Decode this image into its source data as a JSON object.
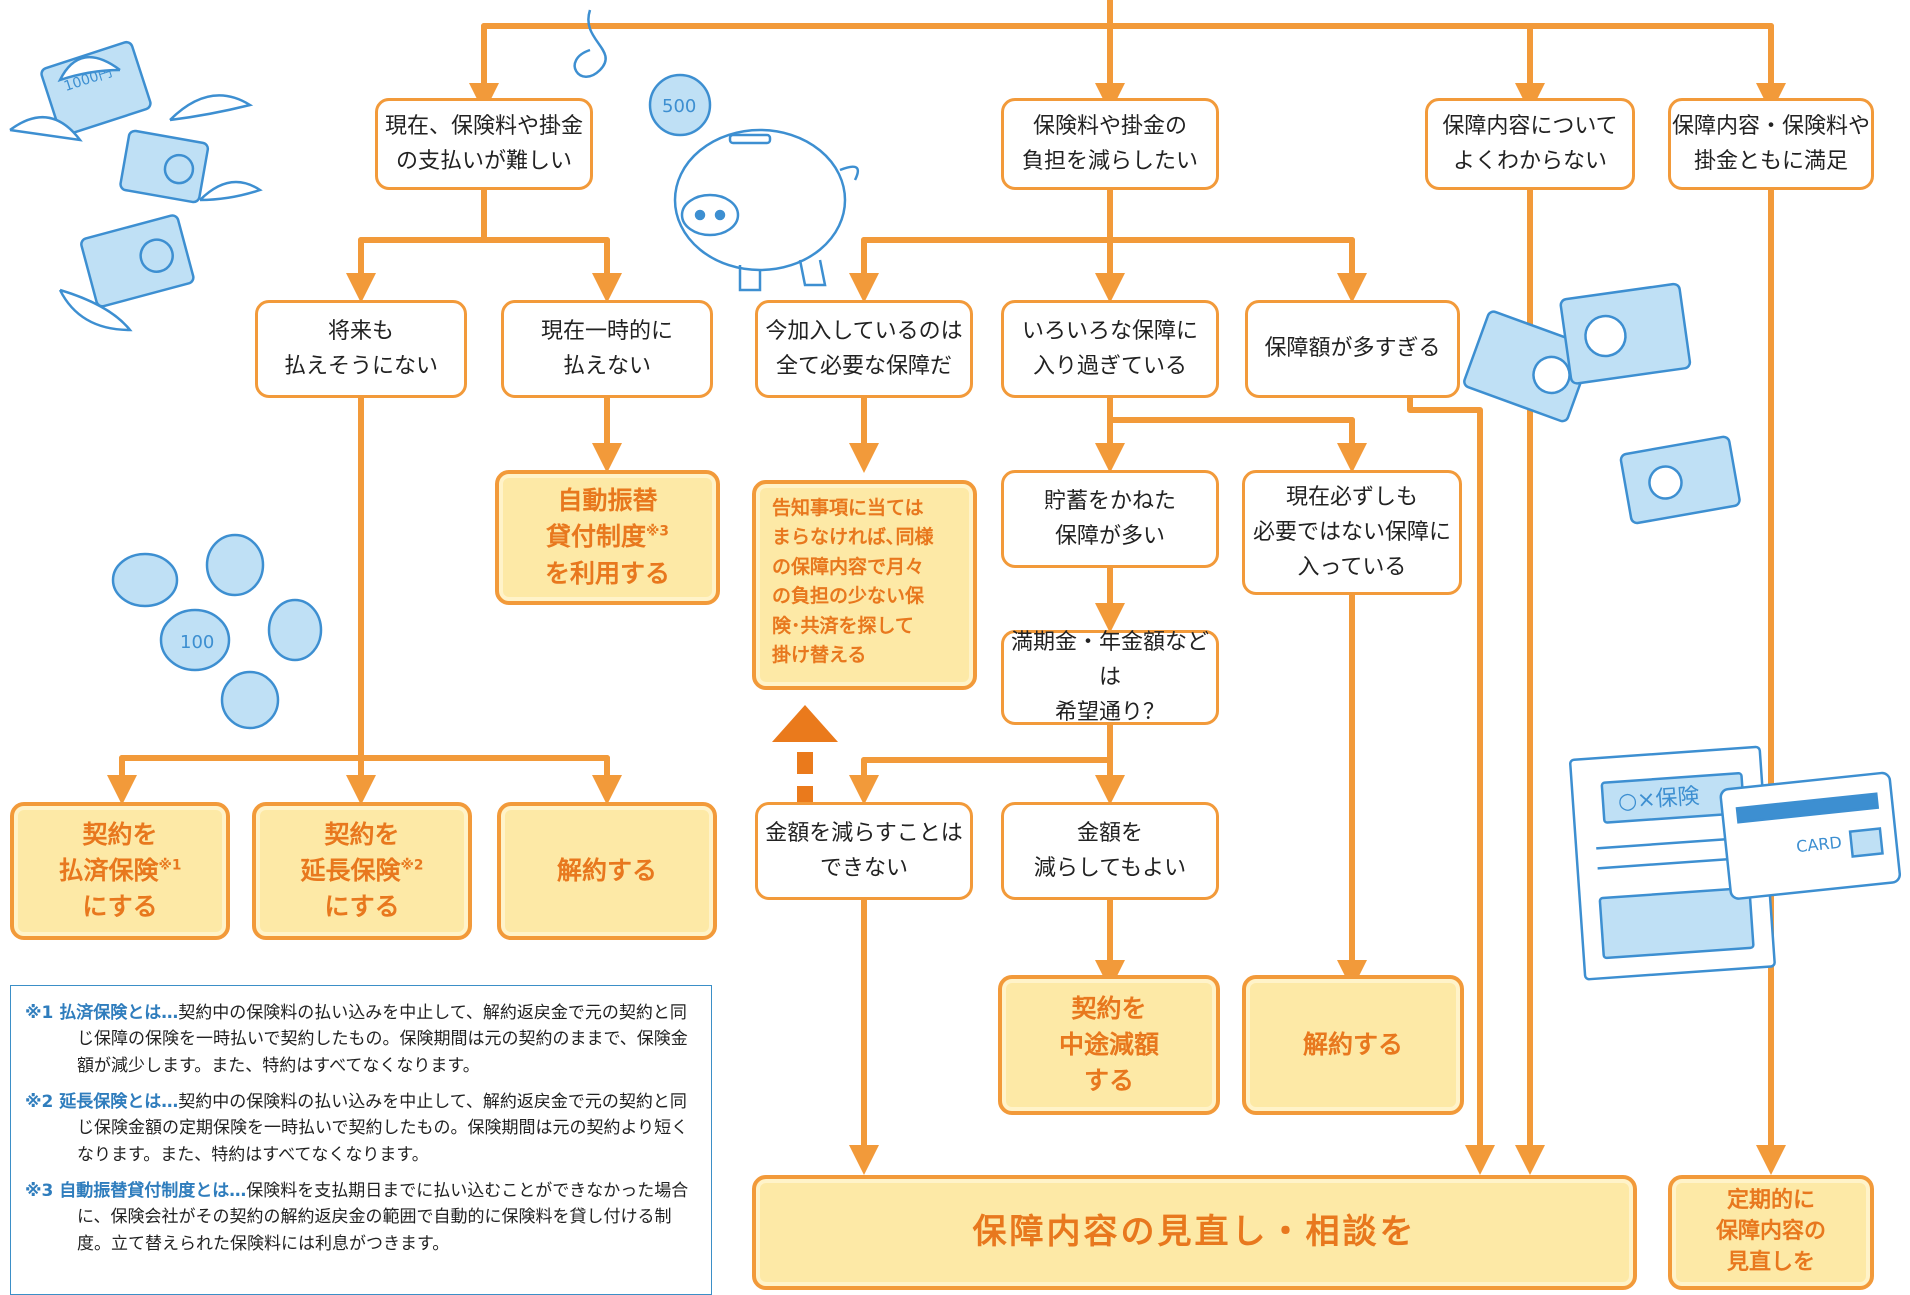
{
  "colors": {
    "flow_line": "#f29a3a",
    "result_fill": "#fde9a6",
    "result_text": "#e8781e",
    "note_head": "#2f7dbd",
    "illustration": "#3d8fd1"
  },
  "questions": {
    "q_hard_to_pay": "現在、保険料や掛金\nの支払いが難しい",
    "q_reduce_burden": "保険料や掛金の\n負担を減らしたい",
    "q_unclear": "保障内容について\nよくわからない",
    "q_satisfied": "保障内容・保険料や\n掛金ともに満足",
    "q_future_unable": "将来も\n払えそうにない",
    "q_temp_unable": "現在一時的に\n払えない",
    "q_all_needed": "今加入しているのは\n全て必要な保障だ",
    "q_too_many": "いろいろな保障に\n入り過ぎている",
    "q_amount_high": "保障額が多すぎる",
    "q_savings": "貯蓄をかねた\n保障が多い",
    "q_unnecessary": "現在必ずしも\n必要ではない保障に\n入っている",
    "q_maturity": "満期金・年金額などは\n希望通り？",
    "q_cannot_reduce": "金額を減らすことは\nできない",
    "q_can_reduce": "金額を\n減らしてもよい"
  },
  "results": {
    "r_auto_loan": {
      "line1": "自動振替",
      "line2": "貸付制度",
      "sup": "※3",
      "line3": "を利用する"
    },
    "r_switch": "告知事項に当ては\nまらなければ､同様\nの保障内容で月々\nの負担の少ない保\n険･共済を探して\n掛け替える",
    "r_paid_up": {
      "line1": "契約を",
      "line2": "払済保険",
      "sup": "※1",
      "line3": "にする"
    },
    "r_extended": {
      "line1": "契約を",
      "line2": "延長保険",
      "sup": "※2",
      "line3": "にする"
    },
    "r_cancel_left": "解約する",
    "r_reduce_mid": "契約を\n中途減額\nする",
    "r_cancel_mid": "解約する",
    "r_review_consult": "保障内容の見直し・相談を",
    "r_periodic": "定期的に\n保障内容の\n見直しを"
  },
  "notes": [
    {
      "head": "※1 払済保険とは…",
      "body": "契約中の保険料の払い込みを中止して、解約返戻金で元の契約と同じ保障の保険を一時払いで契約したもの。保険期間は元の契約のままで、保険金額が減少します。また、特約はすべてなくなります。"
    },
    {
      "head": "※2 延長保険とは…",
      "body": "契約中の保険料の払い込みを中止して、解約返戻金で元の契約と同じ保険金額の定期保険を一時払いで契約したもの。保険期間は元の契約より短くなります。また、特約はすべてなくなります。"
    },
    {
      "head": "※3 自動振替貸付制度とは…",
      "body": "保険料を支払期日までに払い込むことができなかった場合に、保険会社がその契約の解約返戻金の範囲で自動的に保険料を貸し付ける制度。立て替えられた保険料には利息がつきます。"
    }
  ],
  "illustrations": {
    "bills_note": "1000円",
    "coin_500": "500",
    "coin_100": "100",
    "doc_title": "○×保険",
    "card_label": "CARD"
  },
  "icons": [
    "flying-money-icon",
    "piggy-bank-icon",
    "coins-icon",
    "scattered-bills-icon",
    "insurance-document-icon",
    "up-arrow-icon"
  ]
}
